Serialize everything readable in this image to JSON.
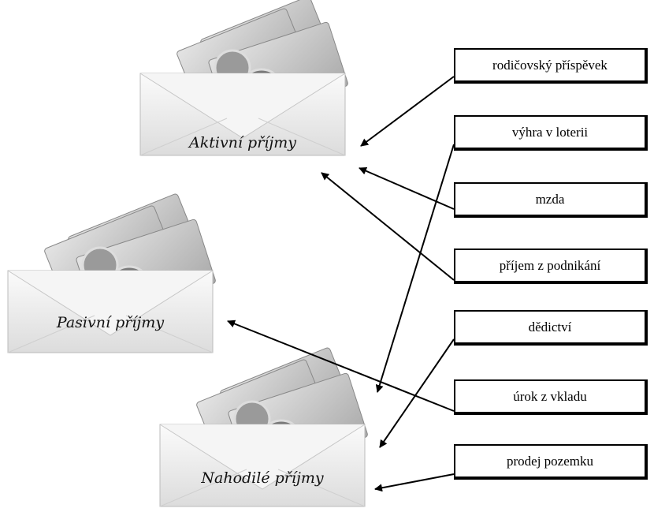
{
  "envelopes": [
    {
      "id": "aktivni",
      "label": "Aktivní příjmy"
    },
    {
      "id": "pasivni",
      "label": "Pasivní příjmy"
    },
    {
      "id": "nahodile",
      "label": "Nahodilé příjmy"
    }
  ],
  "items": [
    {
      "id": "rodicovsky",
      "label": "rodičovský příspěvek",
      "target": "aktivni"
    },
    {
      "id": "vyhra",
      "label": "výhra v loterii",
      "target": "nahodile"
    },
    {
      "id": "mzda",
      "label": "mzda",
      "target": "aktivni"
    },
    {
      "id": "prijem",
      "label": "příjem z podnikání",
      "target": "aktivni"
    },
    {
      "id": "dedictvi",
      "label": "dědictví",
      "target": "nahodile"
    },
    {
      "id": "urok",
      "label": "úrok z vkladu",
      "target": "pasivni"
    },
    {
      "id": "prodej",
      "label": "prodej pozemku",
      "target": "nahodile"
    }
  ],
  "colors": {
    "envelope": "#f0f0f0",
    "banknote": "#cfcfcf",
    "coin": "#7a7a7a",
    "arrow": "#000000"
  }
}
